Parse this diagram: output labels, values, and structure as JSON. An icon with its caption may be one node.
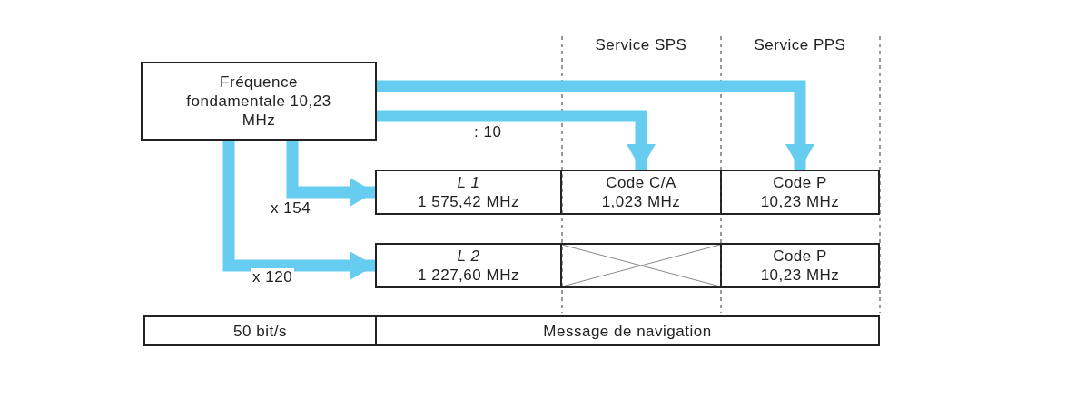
{
  "diagram": {
    "nodes": [
      {
        "text": [
          "Fréquence fondamentale 10,23 MHz"
        ]
      },
      {
        "text": [
          "L 1",
          "1 575,42 MHz"
        ]
      },
      {
        "text": [
          "Code C/A",
          "1,023 MHz"
        ]
      },
      {
        "text": [
          "Code P",
          "10,23 MHz"
        ]
      },
      {
        "text": [
          "L 2",
          "1 227,60 MHz"
        ]
      },
      {
        "text": [],
        "shape": "box"
      },
      {
        "text": [
          "Code P",
          "10,23 MHz"
        ]
      },
      {
        "text": [
          "50 bit/s"
        ]
      },
      {
        "text": [
          "Message de navigation"
        ]
      }
    ],
    "edges": [
      {
        "from": 0,
        "to": 3,
        "arrow": "to"
      },
      {
        "from": 0,
        "to": 2,
        "arrow": "to",
        "label": ": 10"
      },
      {
        "from": 0,
        "to": 1,
        "arrow": "to",
        "label": "x 154"
      },
      {
        "from": 0,
        "to": 4,
        "arrow": "to",
        "label": "x 120"
      }
    ],
    "labels": [
      "Service SPS",
      "Service PPS"
    ]
  }
}
